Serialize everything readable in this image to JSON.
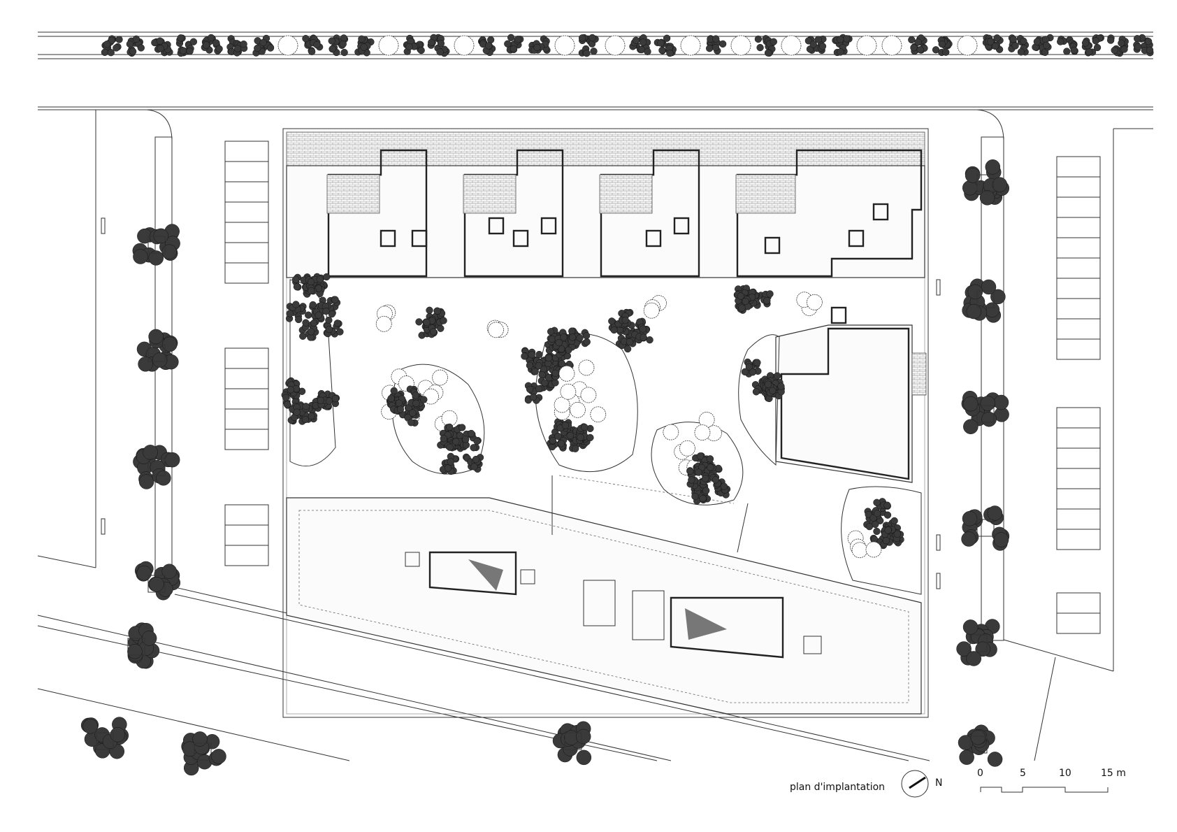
{
  "title": "plan d'implantation",
  "north_label": "N",
  "scale_bar": {
    "ticks": [
      "0",
      "5",
      "10",
      "15 m"
    ]
  },
  "colors": {
    "line": "#333333",
    "tree_dark": "#3a3a3a",
    "background": "#ffffff"
  }
}
